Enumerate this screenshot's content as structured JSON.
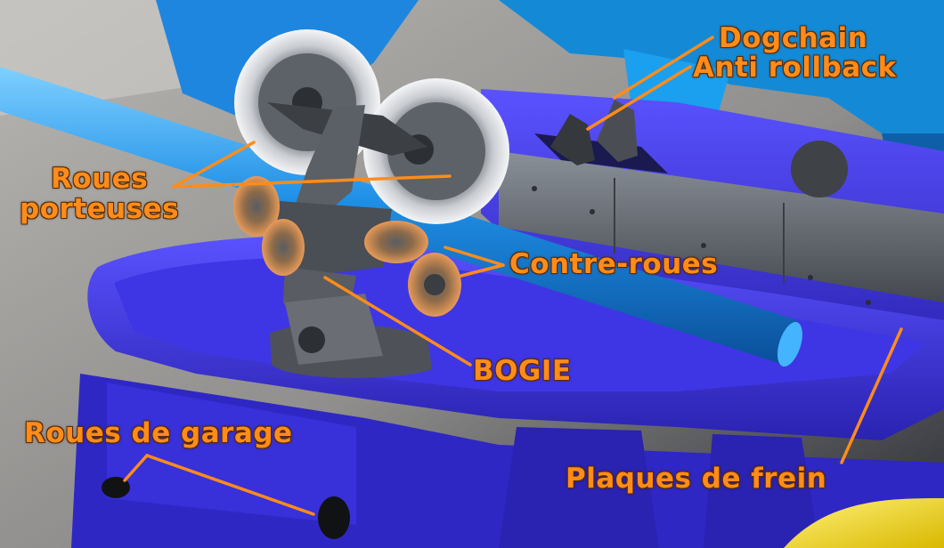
{
  "colors": {
    "label": "#ff8c1a",
    "leader": "#ff8c1a",
    "frame_blue": "#3b33d6",
    "rail_blue": "#1e8fe6",
    "steel": "#5a5f66",
    "polyurethane": "#d9874a"
  },
  "labels": {
    "dogchain": "Dogchain",
    "anti_rollback": "Anti rollback",
    "roues_porteuses_line1": "Roues",
    "roues_porteuses_line2": "porteuses",
    "contre_roues": "Contre-roues",
    "bogie": "BOGIE",
    "roues_de_garage": "Roues de garage",
    "plaques_de_frein": "Plaques de frein"
  }
}
